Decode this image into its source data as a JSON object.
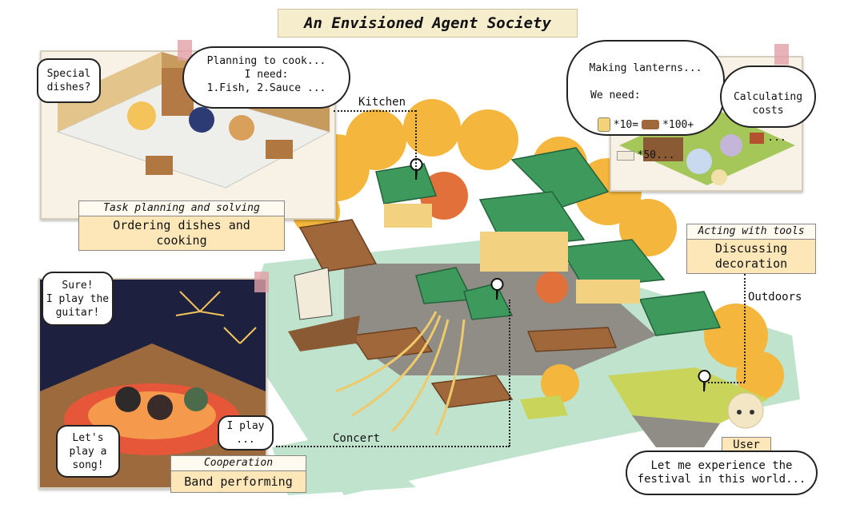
{
  "title": "An Envisioned Agent Society",
  "locations": {
    "kitchen": "Kitchen",
    "outdoors": "Outdoors",
    "concert": "Concert"
  },
  "scenes": {
    "kitchen": {
      "tag": "Task planning and solving",
      "caption": "Ordering dishes and\ncooking",
      "bubble_left": "Special\ndishes?",
      "bubble_cloud": "Planning to cook...\nI need:\n1.Fish, 2.Sauce ..."
    },
    "lanterns": {
      "tag": "Acting with tools",
      "caption": "Discussing\ndecoration",
      "cloud_title": "Making lanterns...",
      "cloud_need": "We need:",
      "eq1": "*10=",
      "eq2": "*100+",
      "eq3": "*50...",
      "calc": "Calculating\ncosts",
      "calc_more": "..."
    },
    "band": {
      "tag": "Cooperation",
      "caption": "Band performing",
      "bubble_top": "Sure!\nI play the\nguitar!",
      "bubble_left": "Let's\nplay a\nsong!",
      "bubble_right": "I play\n..."
    },
    "user": {
      "label": "User",
      "bubble": "Let me experience the\nfestival in this world..."
    }
  },
  "colors": {
    "ground": "#bfe3cc",
    "tree": "#f4b63c",
    "roof": "#3d9a5c",
    "caption_bg": "#fde7b8",
    "title_bg": "#f6edcd"
  }
}
